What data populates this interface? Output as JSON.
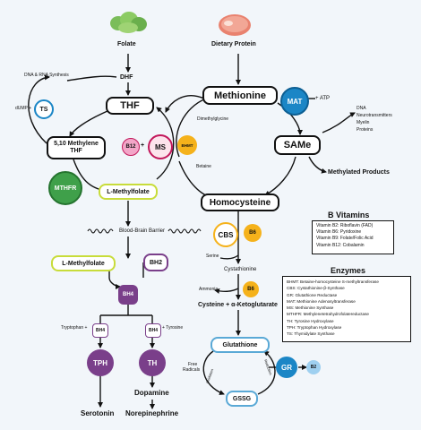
{
  "labels": {
    "folate": "Folate",
    "dietary_protein": "Dietary Protein",
    "dna_rna": "DNA & RNA Synthesis",
    "dhf": "DHF",
    "thf": "THF",
    "methionine": "Methionine",
    "mat": "MAT",
    "plus_atp": "+ ATP",
    "dump": "dUMP +",
    "ts": "TS",
    "methylene_thf_1": "5,10 Methylene",
    "methylene_thf_2": "THF",
    "b12": "B12",
    "plus": "+",
    "ms": "MS",
    "bhmt": "BHMT",
    "dimethylglycine": "Dimethylglycine",
    "betaine": "Betaine",
    "dna_small": "DNA",
    "neurotransmitters": "Neurotransmitters",
    "myelin": "Myelin",
    "proteins": "Proteins",
    "same": "SAMe",
    "methylated_products": "Methylated Products",
    "mthfr": "MTHFR",
    "l_methylfolate": "L-Methylfolate",
    "homocysteine": "Homocysteine",
    "bbb": "Blood-Brain Barrier",
    "cbs": "CBS",
    "b6": "B6",
    "serine": "Serine",
    "cystathionine": "Cystathionine",
    "ammonia": "Ammonia",
    "cysteine": "Cysteine + α-Ketoglutarate",
    "l_methylfolate2": "L-Methylfolate",
    "bh2": "BH2",
    "bh4": "BH4",
    "tryptophan": "Tryptophan +",
    "tyrosine": "+ Tyrosine",
    "tph": "TPH",
    "th": "TH",
    "glutathione": "Glutathione",
    "free_radicals_1": "Free",
    "free_radicals_2": "Radicals",
    "oxidation": "Oxidation",
    "reduction": "Reduction",
    "gssg": "GSSG",
    "gr": "GR",
    "dopamine": "Dopamine",
    "serotonin": "Serotonin",
    "norepinephrine": "Norepinephrine"
  },
  "vitamins": {
    "title": "B Vitamins",
    "items": [
      "Vitamin B2: Riboflavin (FAD)",
      "Vitamin B6: Pyridoxine",
      "Vitamin B9: Folate/Folic Acid",
      "Vitamin B12: Cobalamin"
    ]
  },
  "enzymes": {
    "title": "Enzymes",
    "items": [
      "BHMT: Betaine-homocysteine S-methyltransferase",
      "CBS: Cystathionine-β-Synthase",
      "GR: Glutathione Reductase",
      "MAT: Methionine Adenosyltransferase",
      "MS: Methionine Synthase",
      "MTHFR: Methylenetetrahydrofolatereductase",
      "TH: Tyrosine Hydroxylase",
      "TPH: Tryptophan Hydroxylase",
      "TS: Thymidylate Synthase"
    ]
  },
  "icons": {
    "folate": "leafy-greens-icon",
    "protein": "steak-icon"
  },
  "colors": {
    "mat": "#1b86c6",
    "ts": "#1b86c6",
    "ms": "#c2185b",
    "b12": "#f3a6c8",
    "bhmt": "#f5b21b",
    "mthfr": "#3fa04a",
    "lmethylfolate_border": "#c8dc3a",
    "cbs": "#f5b21b",
    "b6": "#f5b21b",
    "bh": "#7a3f8a",
    "gr": "#1b86c6",
    "glutathione_border": "#5aa9d6"
  }
}
